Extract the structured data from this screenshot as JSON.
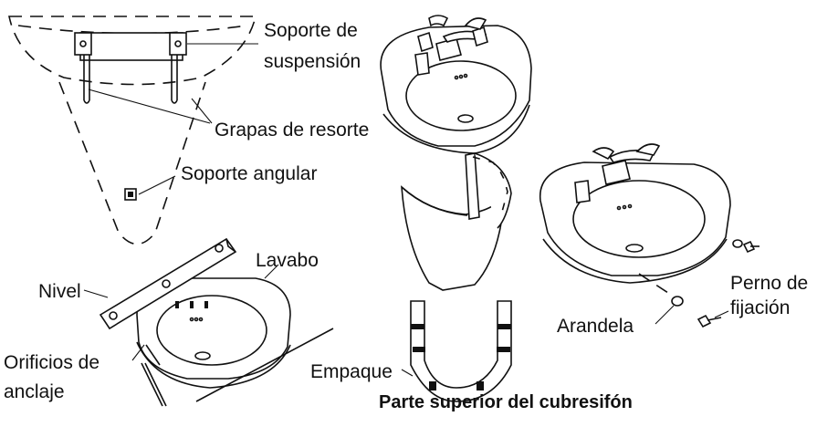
{
  "labels": {
    "soporte_suspension_1": "Soporte de",
    "soporte_suspension_2": "suspensión",
    "grapas": "Grapas de resorte",
    "soporte_angular": "Soporte angular",
    "lavabo": "Lavabo",
    "nivel": "Nivel",
    "orificios_1": "Orificios de",
    "orificios_2": "anclaje",
    "empaque": "Empaque",
    "caption": "Parte superior del cubresifón",
    "arandela": "Arandela",
    "perno_1": "Perno de",
    "perno_2": "fijación"
  }
}
